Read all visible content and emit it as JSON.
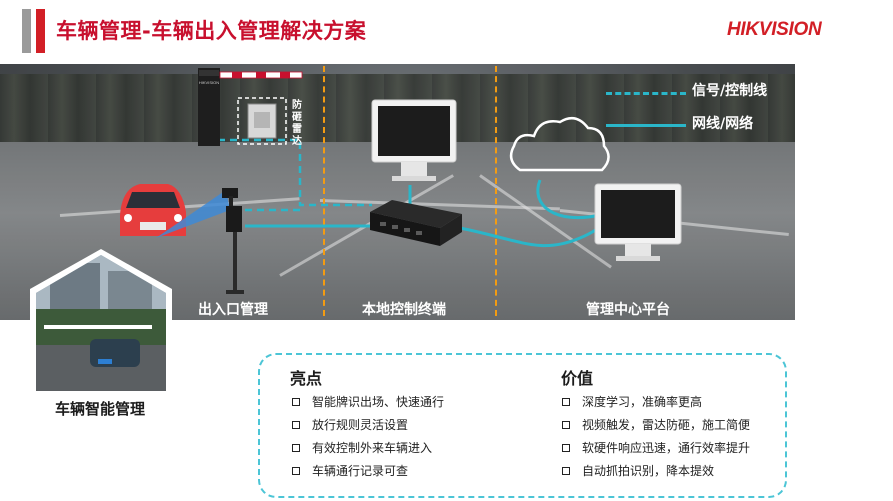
{
  "header": {
    "title": "车辆管理-车辆出入管理解决方案",
    "brand": "HIKVISION",
    "accent_color": "#d21f26"
  },
  "diagram": {
    "legend": [
      {
        "style": "dashed",
        "label": "信号/控制线"
      },
      {
        "style": "solid",
        "label": "网线/网络"
      }
    ],
    "zones": [
      {
        "label": "出入口管理"
      },
      {
        "label": "本地控制终端"
      },
      {
        "label": "管理中心平台"
      }
    ],
    "radar_label": "防砸雷达",
    "barrier_label": "HIKVISION",
    "line_color": "#2ab6c9",
    "divider_color": "#f39c12"
  },
  "thumbnail": {
    "caption": "车辆智能管理"
  },
  "features": {
    "highlights": {
      "title": "亮点",
      "items": [
        "智能牌识出场、快速通行",
        "放行规则灵活设置",
        "有效控制外来车辆进入",
        "车辆通行记录可查"
      ]
    },
    "value": {
      "title": "价值",
      "items": [
        "深度学习，准确率更高",
        "视频触发，雷达防砸，施工简便",
        "软硬件响应迅速，通行效率提升",
        "自动抓拍识别，降本提效"
      ]
    }
  }
}
